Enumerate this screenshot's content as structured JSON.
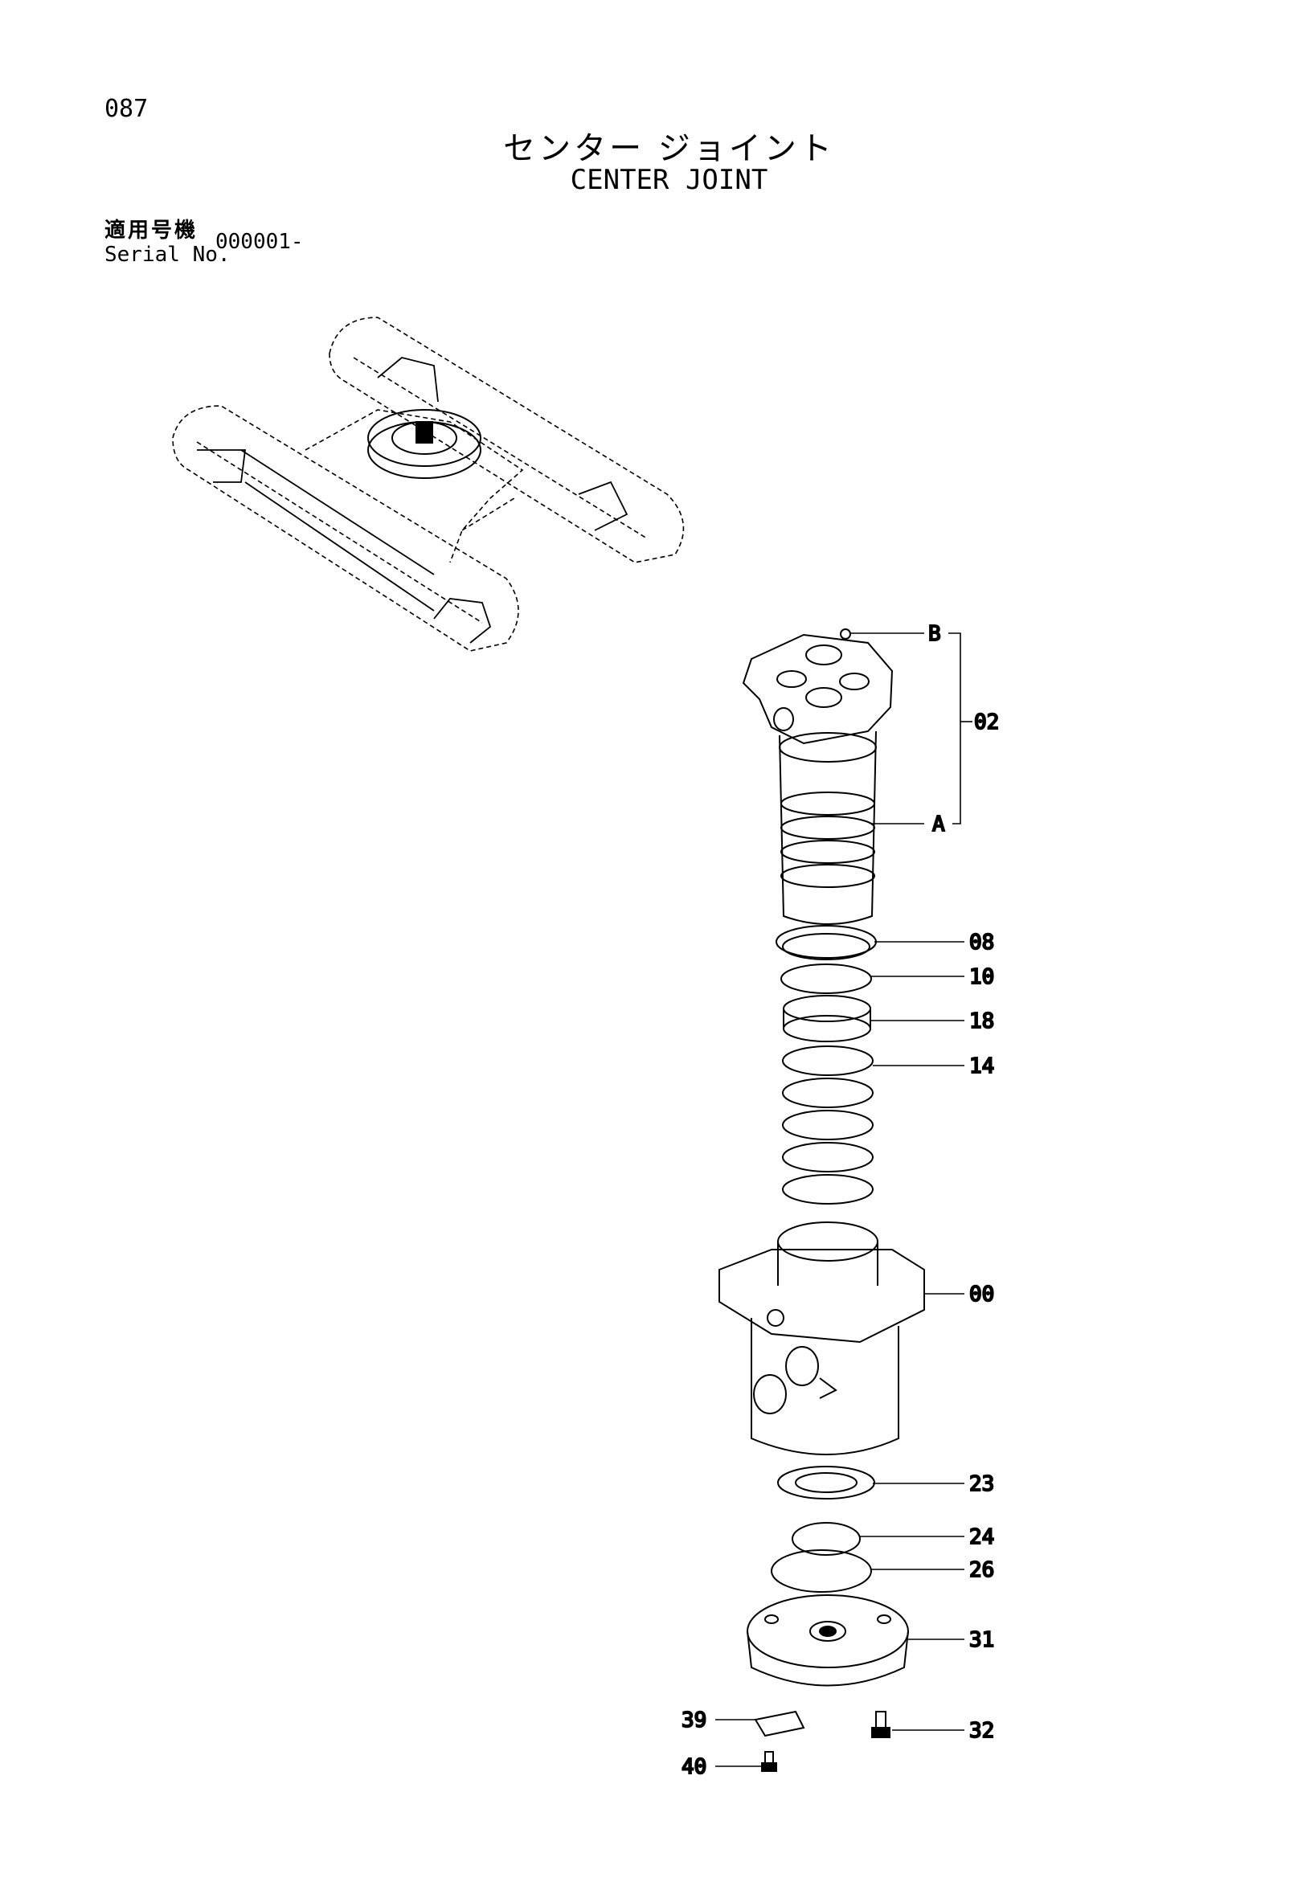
{
  "page_number": "087",
  "title_ja": "センター ジョイント",
  "title_en": "CENTER JOINT",
  "serial": {
    "label_ja": "適用号機",
    "label_en": "Serial No.",
    "value": "000001-"
  },
  "callouts": {
    "B": "B",
    "A": "A",
    "p02": "02",
    "p08": "08",
    "p10": "10",
    "p18": "18",
    "p14": "14",
    "p00": "00",
    "p23": "23",
    "p24": "24",
    "p26": "26",
    "p31": "31",
    "p32": "32",
    "p39": "39",
    "p40": "40"
  }
}
